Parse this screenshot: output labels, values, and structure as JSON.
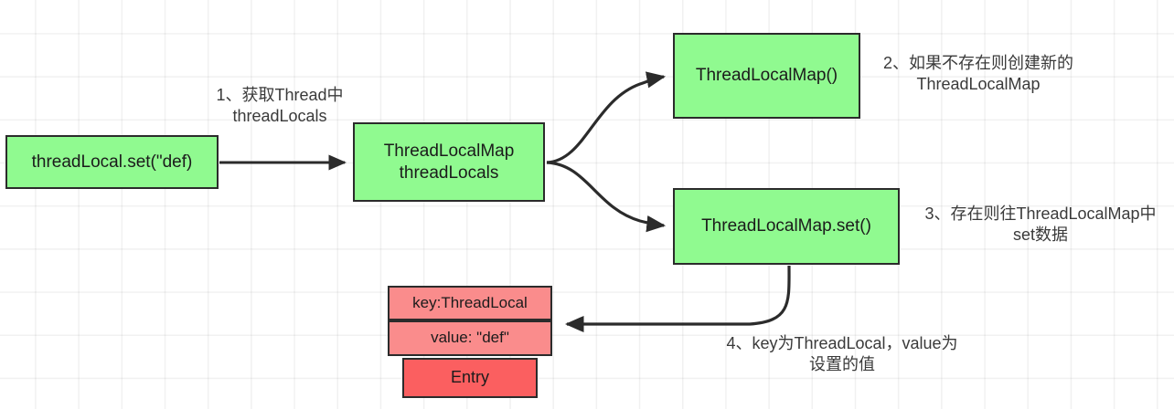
{
  "diagram": {
    "title": "ThreadLocal set() flow",
    "colors": {
      "green_fill": "#90fa90",
      "pink_fill": "#fa8c8c",
      "red_fill": "#fb5f60",
      "stroke": "#2b2b2b",
      "grid": "#ececec",
      "background": "#ffffff"
    },
    "nodes": {
      "set_call": "threadLocal.set(\"def)",
      "threadlocals": "ThreadLocalMap\nthreadLocals",
      "map_new": "ThreadLocalMap()",
      "map_set": "ThreadLocalMap.set()",
      "entry_key": "key:ThreadLocal",
      "entry_value": "value: \"def\"",
      "entry_name": "Entry"
    },
    "labels": {
      "step1": "1、获取Thread中\nthreadLocals",
      "step2": "2、如果不存在则创建新的\nThreadLocalMap",
      "step3": "3、存在则往ThreadLocalMap中\nset数据",
      "step4": "4、key为ThreadLocal，value为\n设置的值"
    }
  }
}
